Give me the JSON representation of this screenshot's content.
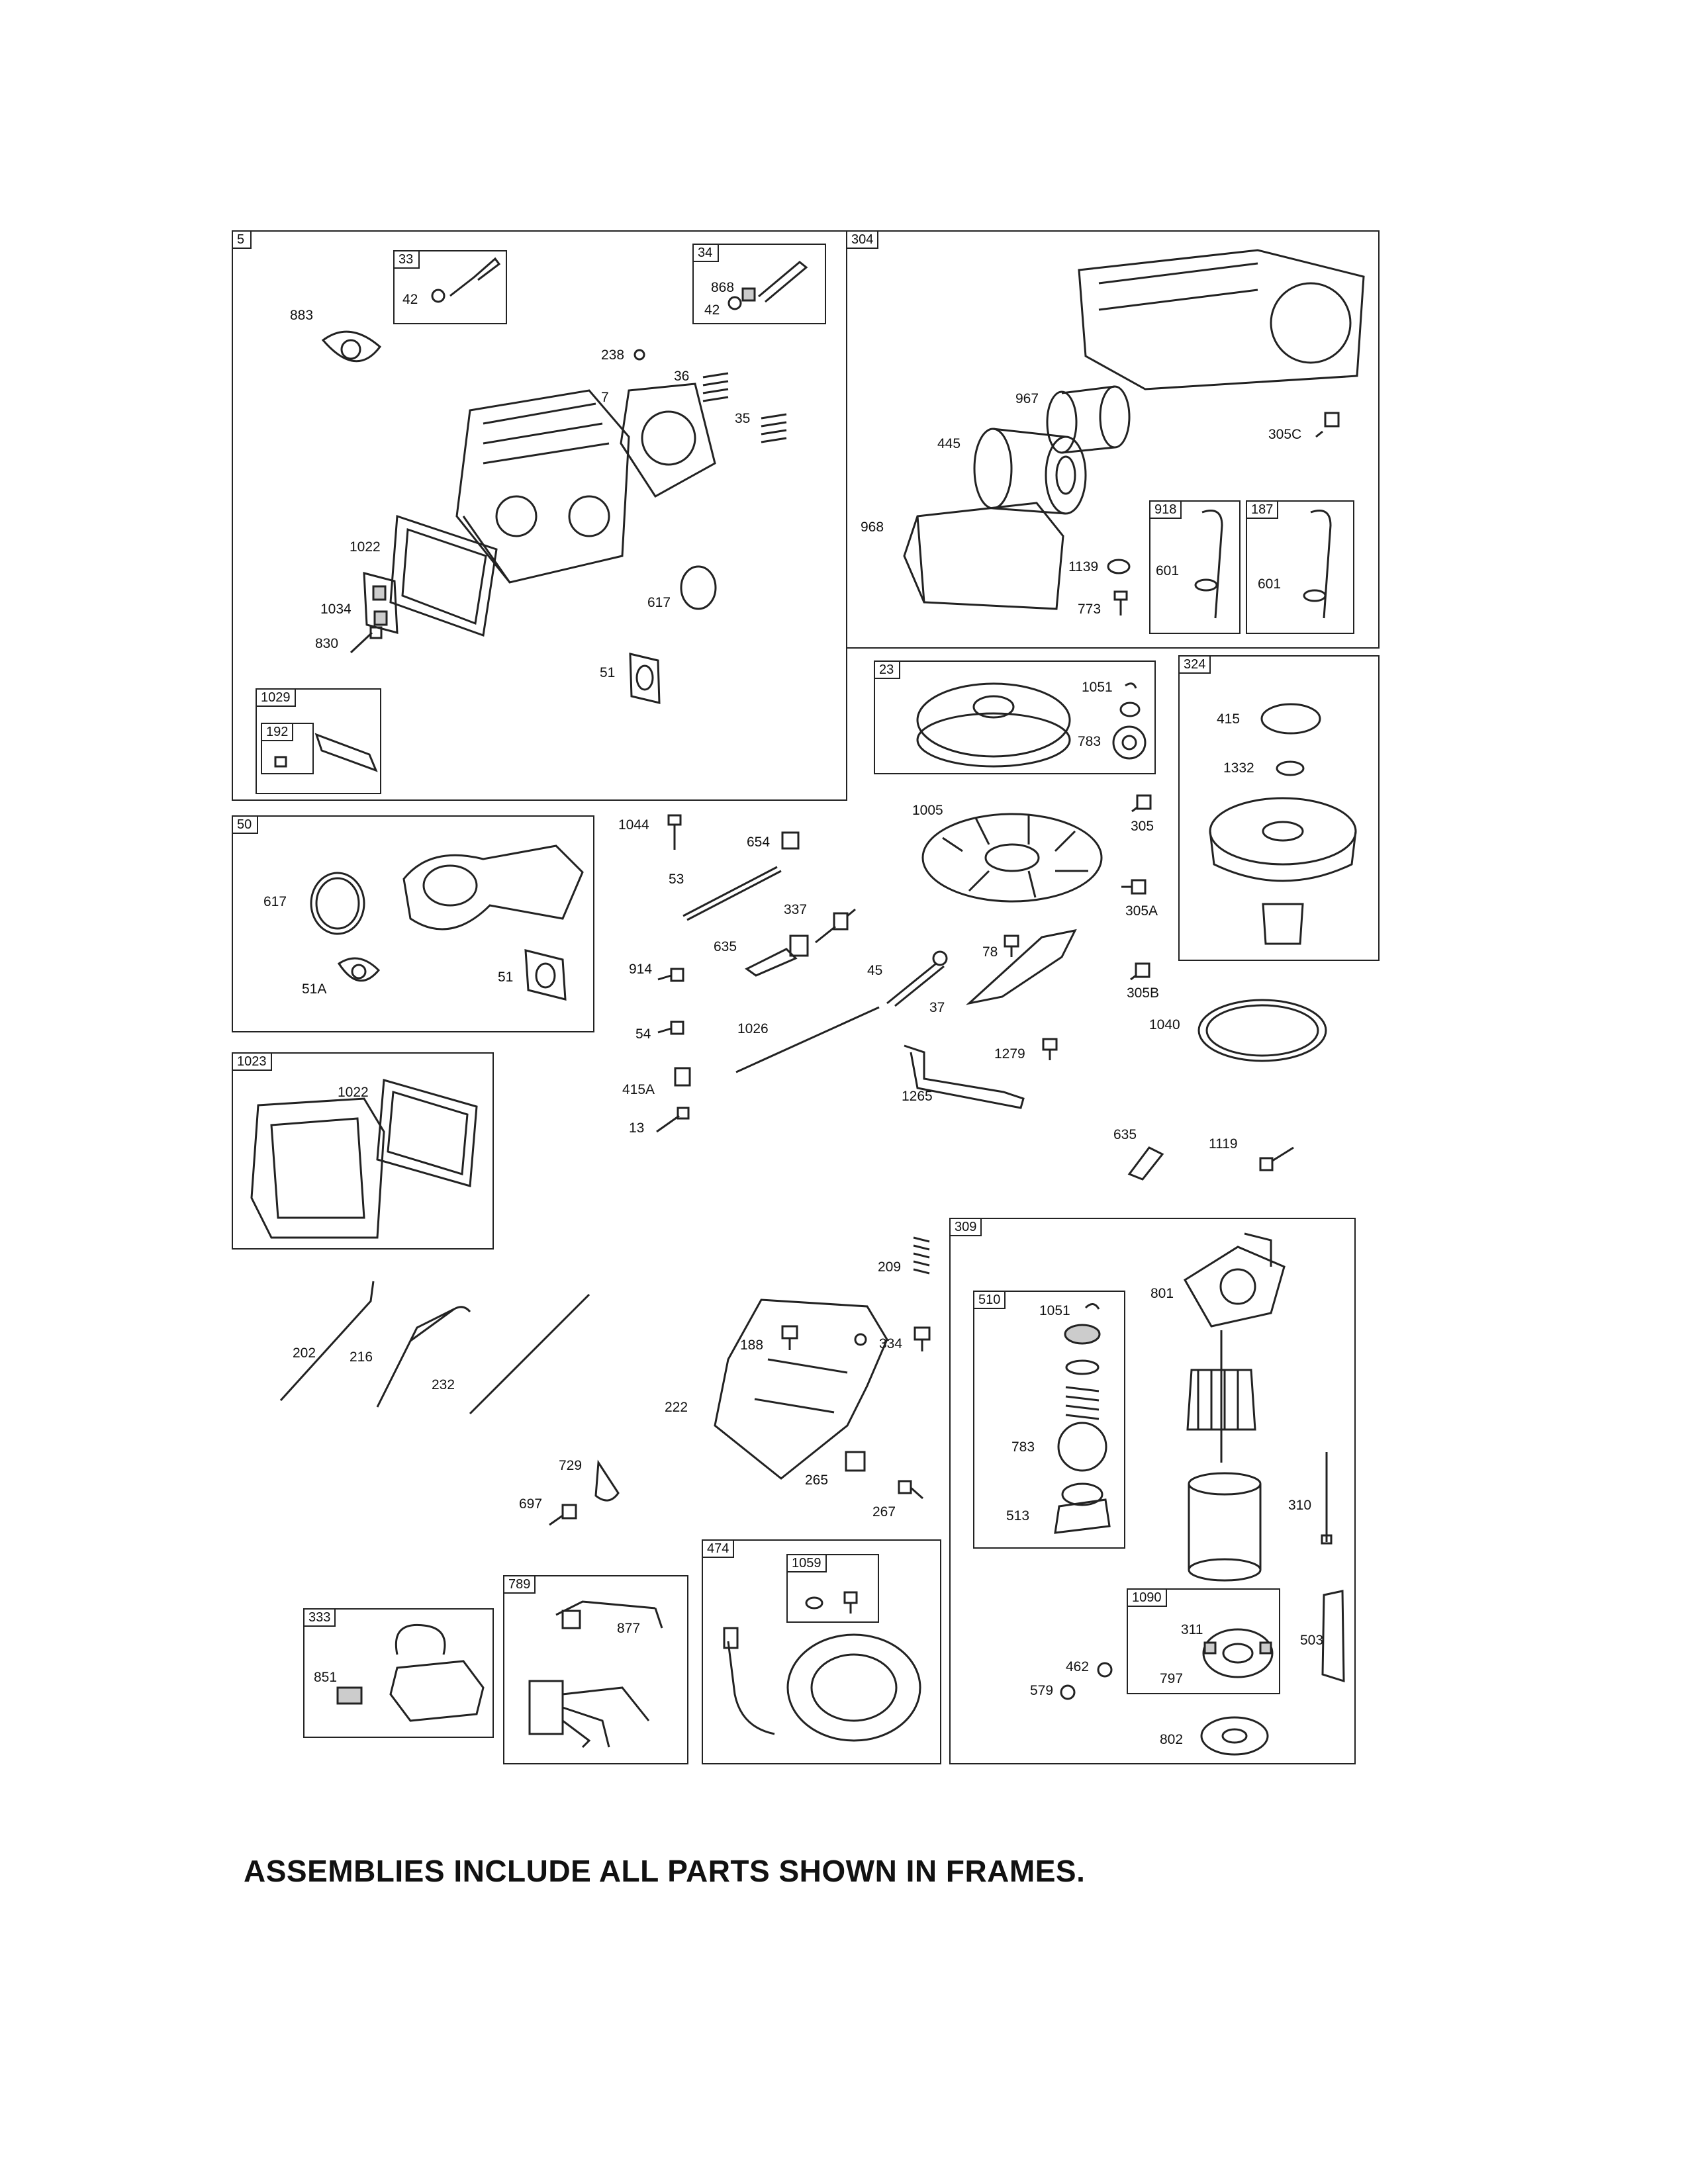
{
  "frames": {
    "f5": "5",
    "f33": "33",
    "f34": "34",
    "f1029": "1029",
    "f192": "192",
    "f304": "304",
    "f918": "918",
    "f187": "187",
    "f23": "23",
    "f324": "324",
    "f50": "50",
    "f1023": "1023",
    "f309": "309",
    "f510": "510",
    "f1090": "1090",
    "f474": "474",
    "f1059": "1059",
    "f789": "789",
    "f333": "333"
  },
  "labels": {
    "l42a": "42",
    "l868": "868",
    "l42b": "42",
    "l883": "883",
    "l238": "238",
    "l36": "36",
    "l7": "7",
    "l35": "35",
    "l1022a": "1022",
    "l1034": "1034",
    "l830": "830",
    "l617a": "617",
    "l51a": "51",
    "l967": "967",
    "l305c": "305C",
    "l445": "445",
    "l968": "968",
    "l1139": "1139",
    "l773": "773",
    "l601a": "601",
    "l601b": "601",
    "l1051a": "1051",
    "l783a": "783",
    "l415": "415",
    "l1332": "1332",
    "l1044": "1044",
    "l654": "654",
    "l53": "53",
    "l337": "337",
    "l635a": "635",
    "l914": "914",
    "l45": "45",
    "l54": "54",
    "l1026": "1026",
    "l415a": "415A",
    "l13": "13",
    "l1005": "1005",
    "l305": "305",
    "l305a": "305A",
    "l78": "78",
    "l37": "37",
    "l305b": "305B",
    "l1040": "1040",
    "l1279": "1279",
    "l1265": "1265",
    "l635b": "635",
    "l1119": "1119",
    "l617b": "617",
    "l51A": "51A",
    "l51b": "51",
    "l1022b": "1022",
    "l202": "202",
    "l216": "216",
    "l232": "232",
    "l209": "209",
    "l188": "188",
    "l334": "334",
    "l222": "222",
    "l729": "729",
    "l697": "697",
    "l265": "265",
    "l267": "267",
    "l801": "801",
    "l1051b": "1051",
    "l783b": "783",
    "l513": "513",
    "l310": "310",
    "l311": "311",
    "l797": "797",
    "l503": "503",
    "l462": "462",
    "l579": "579",
    "l802": "802",
    "l877": "877",
    "l851": "851"
  },
  "footer_note": "ASSEMBLIES INCLUDE ALL PARTS SHOWN IN FRAMES."
}
